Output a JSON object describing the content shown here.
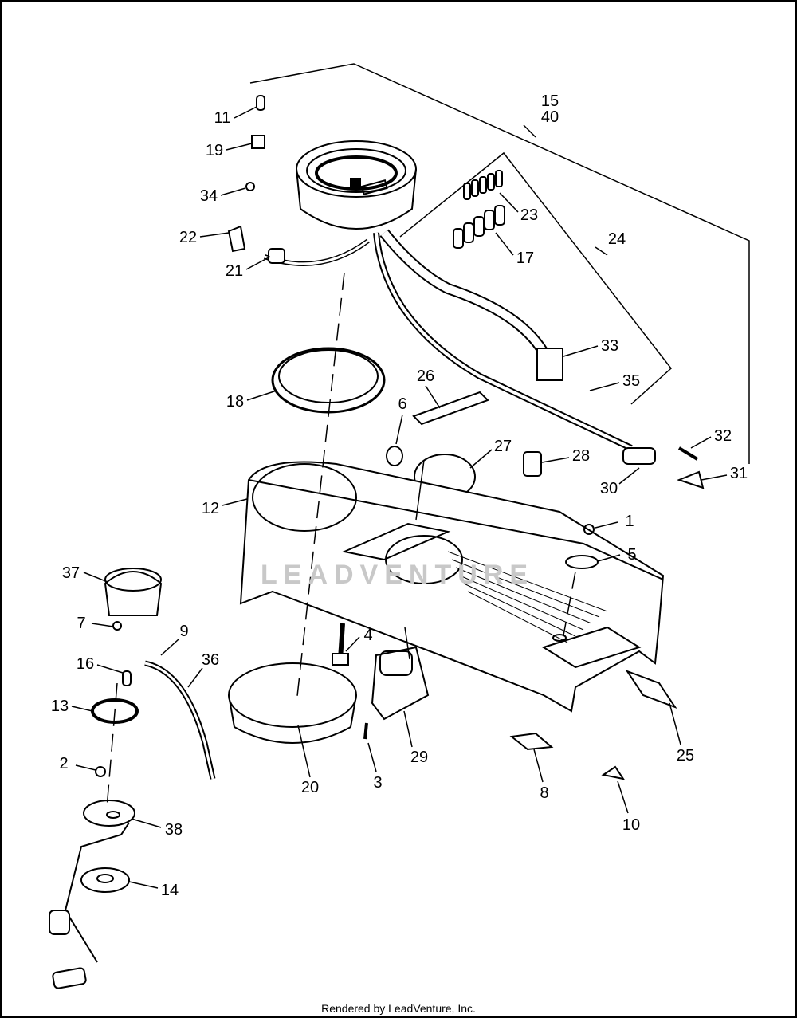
{
  "diagram": {
    "callouts": [
      "15",
      "40",
      "11",
      "19",
      "34",
      "22",
      "21",
      "23",
      "17",
      "24",
      "18",
      "26",
      "6",
      "27",
      "28",
      "33",
      "35",
      "32",
      "31",
      "30",
      "12",
      "1",
      "5",
      "37",
      "7",
      "9",
      "4",
      "36",
      "16",
      "13",
      "29",
      "25",
      "20",
      "3",
      "2",
      "8",
      "10",
      "38",
      "14"
    ],
    "watermark": "LEADVENTURE",
    "footer": "Rendered by LeadVenture, Inc."
  }
}
